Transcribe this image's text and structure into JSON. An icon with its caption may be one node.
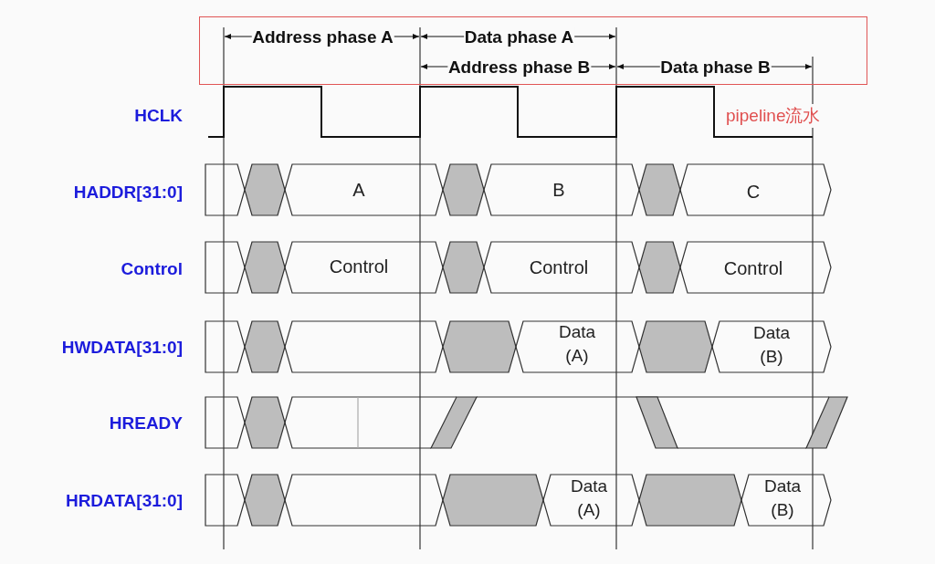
{
  "diagram": {
    "nodes": [
      {
        "text": [
          "Address phase A",
          "Data phase A",
          "Address phase B",
          "Data phase B"
        ]
      }
    ],
    "labels": [
      "HCLK",
      "pipeline流水",
      "HADDR[31:0]",
      "A",
      "B",
      "C",
      "Control",
      "Control",
      "Control",
      "Control",
      "HWDATA[31:0]",
      "Data (A)",
      "Data (B)",
      "HREADY",
      "HRDATA[31:0]",
      "Data (A)",
      "Data (B)"
    ]
  }
}
